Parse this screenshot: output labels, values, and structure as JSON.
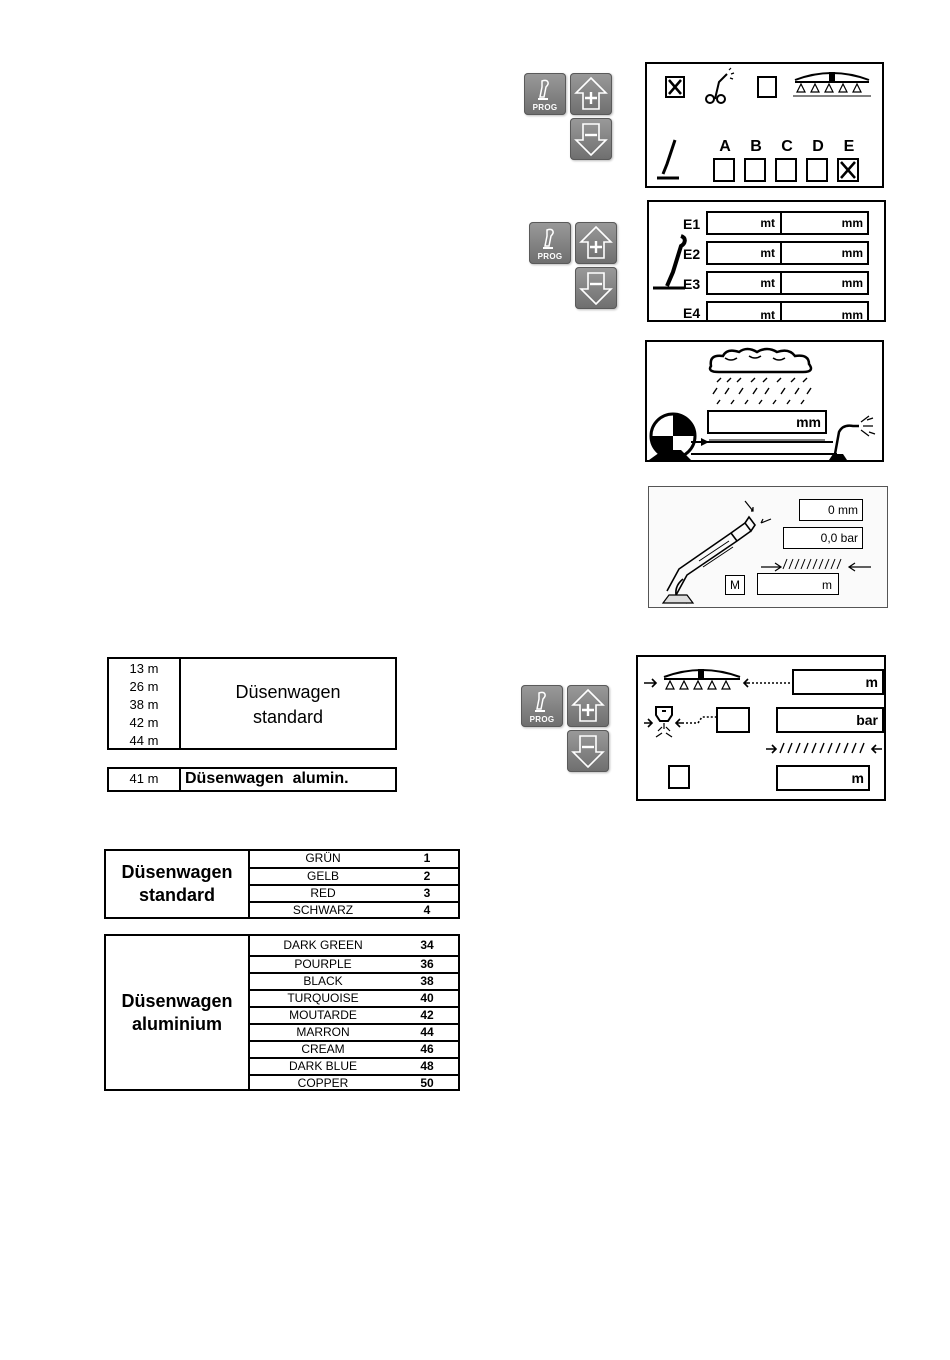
{
  "keys": {
    "prog_label": "PROG",
    "up_icon": "plus-arrow-up-icon",
    "down_icon": "minus-arrow-down-icon"
  },
  "screen1": {
    "letters": [
      "A",
      "B",
      "C",
      "D",
      "E"
    ]
  },
  "screen2": {
    "rows": [
      {
        "label": "E1",
        "unit_left": "mt",
        "unit_right": "mm"
      },
      {
        "label": "E2",
        "unit_left": "mt",
        "unit_right": "mm"
      },
      {
        "label": "E3",
        "unit_left": "mt",
        "unit_right": "mm"
      },
      {
        "label": "E4",
        "unit_left": "mt",
        "unit_right": "mm"
      }
    ]
  },
  "screen3": {
    "unit": "mm"
  },
  "screen4": {
    "value1": "0 mm",
    "value2": "0,0 bar",
    "mode": "M",
    "unit3": "m"
  },
  "screen5": {
    "unit1": "m",
    "unit2": "bar",
    "unit3": "m"
  },
  "table1": {
    "lengths": [
      "13 m",
      "26 m",
      "38 m",
      "42 m",
      "44 m"
    ],
    "name_line1": "Düsenwagen",
    "name_line2": "standard"
  },
  "table2": {
    "length": "41 m",
    "name": "Düsenwagen  alumin."
  },
  "table3": {
    "name_line1": "Düsenwagen",
    "name_line2": "standard",
    "rows": [
      {
        "color": "GRÜN",
        "code": "1"
      },
      {
        "color": "GELB",
        "code": "2"
      },
      {
        "color": "RED",
        "code": "3"
      },
      {
        "color": "SCHWARZ",
        "code": "4"
      }
    ]
  },
  "table4": {
    "name_line1": "Düsenwagen",
    "name_line2": "aluminium",
    "rows": [
      {
        "color": "DARK GREEN",
        "code": "34"
      },
      {
        "color": "POURPLE",
        "code": "36"
      },
      {
        "color": "BLACK",
        "code": "38"
      },
      {
        "color": "TURQUOISE",
        "code": "40"
      },
      {
        "color": "MOUTARDE",
        "code": "42"
      },
      {
        "color": "MARRON",
        "code": "44"
      },
      {
        "color": "CREAM",
        "code": "46"
      },
      {
        "color": "DARK BLUE",
        "code": "48"
      },
      {
        "color": "COPPER",
        "code": "50"
      }
    ]
  }
}
